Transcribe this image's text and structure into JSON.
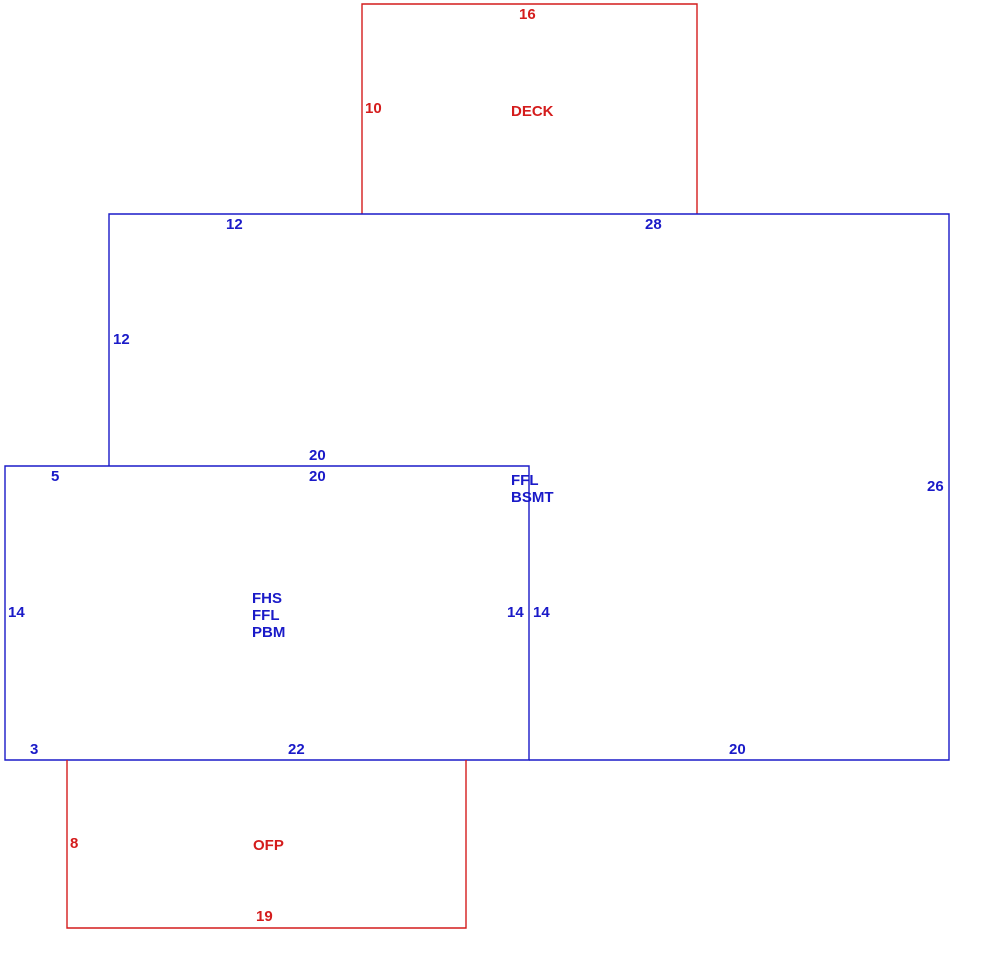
{
  "colors": {
    "main": "#1a1ac8",
    "addition": "#d41c1c"
  },
  "deck": {
    "label": "DECK",
    "dims": {
      "top": "16",
      "left": "10"
    }
  },
  "main_upper": {
    "dims": {
      "top_left": "12",
      "top_right": "28",
      "left": "12",
      "right": "26",
      "bottom_right": "20",
      "inner_bottom": "20"
    },
    "labels": {
      "line1": "FFL",
      "line2": "BSMT"
    }
  },
  "main_lower": {
    "dims": {
      "top_left": "5",
      "top": "20",
      "left": "14",
      "right_inner": "14",
      "right_outer": "14",
      "bottom_left": "3",
      "bottom": "22"
    },
    "labels": {
      "line1": "FHS",
      "line2": "FFL",
      "line3": "PBM"
    }
  },
  "porch": {
    "label": "OFP",
    "dims": {
      "left": "8",
      "bottom": "19"
    }
  }
}
